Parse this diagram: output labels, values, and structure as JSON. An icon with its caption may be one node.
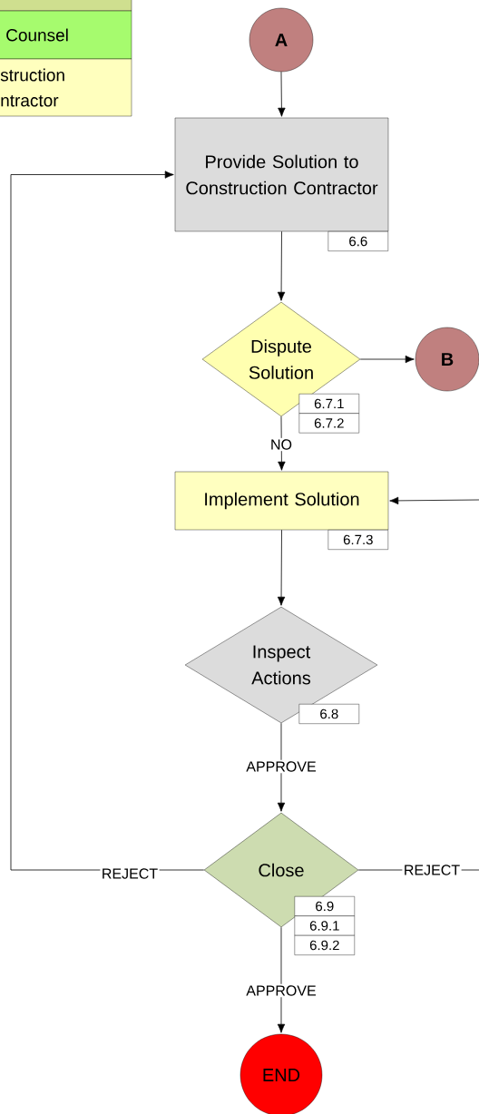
{
  "diagram": {
    "nodes": [
      {
        "text": [
          "A"
        ]
      },
      {
        "text": [
          "Provide Solution to Construction Contractor"
        ],
        "beside": [
          "6.6"
        ]
      },
      {
        "text": [
          "Dispute Solution"
        ],
        "beside": [
          "6.7.1",
          "6.7.2"
        ]
      },
      {
        "text": [
          "B"
        ]
      },
      {
        "text": [
          "Implement Solution"
        ],
        "beside": [
          "6.7.3"
        ]
      },
      {
        "text": [
          "Inspect Actions"
        ],
        "beside": [
          "6.8"
        ]
      },
      {
        "text": [
          "Close"
        ],
        "beside": [
          "6.9",
          "6.9.1",
          "6.9.2"
        ]
      },
      {
        "text": [
          "END"
        ]
      }
    ],
    "edges": [
      {
        "from": 0,
        "to": 1,
        "arrow": "to"
      },
      {
        "from": 1,
        "to": 2,
        "arrow": "to"
      },
      {
        "from": 2,
        "to": 3,
        "arrow": "to"
      },
      {
        "from": 2,
        "to": 4,
        "arrow": "to",
        "label": "NO"
      },
      {
        "from": null,
        "to": 4,
        "arrow": "to"
      },
      {
        "from": 4,
        "to": 5,
        "arrow": "to"
      },
      {
        "from": 5,
        "to": 6,
        "arrow": "to",
        "label": "APPROVE"
      },
      {
        "from": 6,
        "to": 1,
        "arrow": "to",
        "label": "REJECT"
      },
      {
        "from": 6,
        "to": null,
        "arrow": "none",
        "label": "REJECT"
      },
      {
        "from": 6,
        "to": 7,
        "arrow": "to",
        "label": "APPROVE"
      }
    ],
    "legend": [
      {
        "text": "Counsel",
        "color": "#a6fb6e"
      },
      {
        "text": "struction ntractor",
        "color": "#ffffbe"
      }
    ]
  }
}
